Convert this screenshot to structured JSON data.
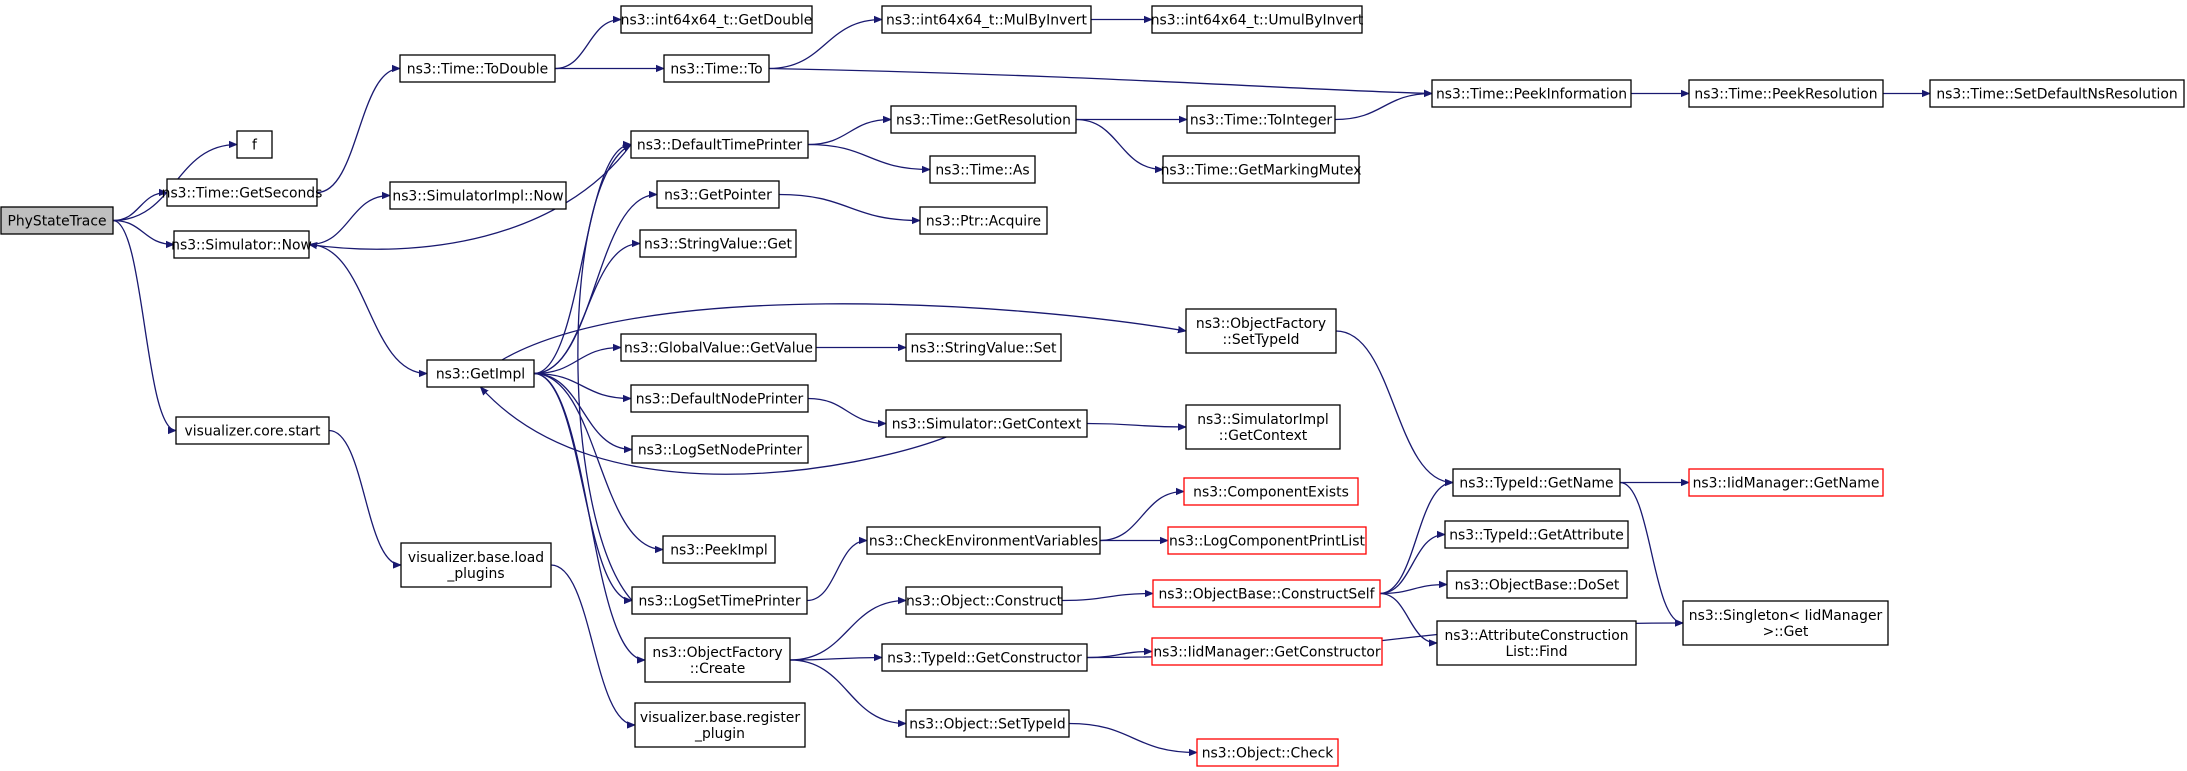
{
  "graph": {
    "edge_color": "#191970",
    "root_fill": "#bfbfbf",
    "highlight_border": "#ff0000",
    "nodes": [
      {
        "id": "n_phystate",
        "lines": [
          "PhyStateTrace"
        ],
        "root": true,
        "red": false
      },
      {
        "id": "n_f",
        "lines": [
          "f"
        ],
        "red": false
      },
      {
        "id": "n_getseconds",
        "lines": [
          "ns3::Time::GetSeconds"
        ],
        "red": false
      },
      {
        "id": "n_simnow",
        "lines": [
          "ns3::Simulator::Now"
        ],
        "red": false
      },
      {
        "id": "n_vizstart",
        "lines": [
          "visualizer.core.start"
        ],
        "red": false
      },
      {
        "id": "n_todouble",
        "lines": [
          "ns3::Time::ToDouble"
        ],
        "red": false
      },
      {
        "id": "n_simimplnow",
        "lines": [
          "ns3::SimulatorImpl::Now"
        ],
        "red": false
      },
      {
        "id": "n_getimpl",
        "lines": [
          "ns3::GetImpl"
        ],
        "red": false
      },
      {
        "id": "n_loadplugins",
        "lines": [
          "visualizer.base.load",
          "_plugins"
        ],
        "red": false
      },
      {
        "id": "n_registerplugin",
        "lines": [
          "visualizer.base.register",
          "_plugin"
        ],
        "red": false
      },
      {
        "id": "n_getdouble",
        "lines": [
          "ns3::int64x64_t::GetDouble"
        ],
        "red": false
      },
      {
        "id": "n_timeto",
        "lines": [
          "ns3::Time::To"
        ],
        "red": false
      },
      {
        "id": "n_deftimeprinter",
        "lines": [
          "ns3::DefaultTimePrinter"
        ],
        "red": false
      },
      {
        "id": "n_getpointer",
        "lines": [
          "ns3::GetPointer"
        ],
        "red": false
      },
      {
        "id": "n_stringget",
        "lines": [
          "ns3::StringValue::Get"
        ],
        "red": false
      },
      {
        "id": "n_gvgetvalue",
        "lines": [
          "ns3::GlobalValue::GetValue"
        ],
        "red": false
      },
      {
        "id": "n_defnodeprinter",
        "lines": [
          "ns3::DefaultNodePrinter"
        ],
        "red": false
      },
      {
        "id": "n_logsetnodeprinter",
        "lines": [
          "ns3::LogSetNodePrinter"
        ],
        "red": false
      },
      {
        "id": "n_peekimpl",
        "lines": [
          "ns3::PeekImpl"
        ],
        "red": false
      },
      {
        "id": "n_logsettimeprinter",
        "lines": [
          "ns3::LogSetTimePrinter"
        ],
        "red": false
      },
      {
        "id": "n_ofcreate",
        "lines": [
          "ns3::ObjectFactory",
          "::Create"
        ],
        "red": false
      },
      {
        "id": "n_mulbyinvert",
        "lines": [
          "ns3::int64x64_t::MulByInvert"
        ],
        "red": false
      },
      {
        "id": "n_umulbyinvert",
        "lines": [
          "ns3::int64x64_t::UmulByInvert"
        ],
        "red": false
      },
      {
        "id": "n_getresolution",
        "lines": [
          "ns3::Time::GetResolution"
        ],
        "red": false
      },
      {
        "id": "n_timeas",
        "lines": [
          "ns3::Time::As"
        ],
        "red": false
      },
      {
        "id": "n_ptracquire",
        "lines": [
          "ns3::Ptr::Acquire"
        ],
        "red": false
      },
      {
        "id": "n_stringset",
        "lines": [
          "ns3::StringValue::Set"
        ],
        "red": false
      },
      {
        "id": "n_simgetcontext",
        "lines": [
          "ns3::Simulator::GetContext"
        ],
        "red": false
      },
      {
        "id": "n_checkenv",
        "lines": [
          "ns3::CheckEnvironmentVariables"
        ],
        "red": false
      },
      {
        "id": "n_objconstruct",
        "lines": [
          "ns3::Object::Construct"
        ],
        "red": false
      },
      {
        "id": "n_tidgetconstructor",
        "lines": [
          "ns3::TypeId::GetConstructor"
        ],
        "red": false
      },
      {
        "id": "n_objsettypeid",
        "lines": [
          "ns3::Object::SetTypeId"
        ],
        "red": false
      },
      {
        "id": "n_toint",
        "lines": [
          "ns3::Time::ToInteger"
        ],
        "red": false
      },
      {
        "id": "n_getmarkingmutex",
        "lines": [
          "ns3::Time::GetMarkingMutex"
        ],
        "red": false
      },
      {
        "id": "n_ofsettypeid",
        "lines": [
          "ns3::ObjectFactory",
          "::SetTypeId"
        ],
        "red": false
      },
      {
        "id": "n_simimplgetcontext",
        "lines": [
          "ns3::SimulatorImpl",
          "::GetContext"
        ],
        "red": false
      },
      {
        "id": "n_compexists",
        "lines": [
          "ns3::ComponentExists"
        ],
        "red": true
      },
      {
        "id": "n_logcompprint",
        "lines": [
          "ns3::LogComponentPrintList"
        ],
        "red": true
      },
      {
        "id": "n_constructself",
        "lines": [
          "ns3::ObjectBase::ConstructSelf"
        ],
        "red": true
      },
      {
        "id": "n_iidgetconstructor",
        "lines": [
          "ns3::IidManager::GetConstructor"
        ],
        "red": true
      },
      {
        "id": "n_objcheck",
        "lines": [
          "ns3::Object::Check"
        ],
        "red": true
      },
      {
        "id": "n_peekinfo",
        "lines": [
          "ns3::Time::PeekInformation"
        ],
        "red": false
      },
      {
        "id": "n_tidgetname",
        "lines": [
          "ns3::TypeId::GetName"
        ],
        "red": false
      },
      {
        "id": "n_tidgetattr",
        "lines": [
          "ns3::TypeId::GetAttribute"
        ],
        "red": false
      },
      {
        "id": "n_dosetnode",
        "lines": [
          "ns3::ObjectBase::DoSet"
        ],
        "red": false
      },
      {
        "id": "n_attrfind",
        "lines": [
          "ns3::AttributeConstruction",
          "List::Find"
        ],
        "red": false
      },
      {
        "id": "n_peekres",
        "lines": [
          "ns3::Time::PeekResolution"
        ],
        "red": false
      },
      {
        "id": "n_iidgetname",
        "lines": [
          "ns3::IidManager::GetName"
        ],
        "red": true
      },
      {
        "id": "n_singleton",
        "lines": [
          "ns3::Singleton< IidManager",
          ">::Get"
        ],
        "red": false
      },
      {
        "id": "n_setdefaultns",
        "lines": [
          "ns3::Time::SetDefaultNsResolution"
        ],
        "red": false
      }
    ],
    "edges": [
      [
        "n_phystate",
        "n_f"
      ],
      [
        "n_phystate",
        "n_getseconds"
      ],
      [
        "n_phystate",
        "n_simnow"
      ],
      [
        "n_phystate",
        "n_vizstart"
      ],
      [
        "n_getseconds",
        "n_todouble"
      ],
      [
        "n_simnow",
        "n_simimplnow"
      ],
      [
        "n_simnow",
        "n_getimpl"
      ],
      [
        "n_vizstart",
        "n_loadplugins"
      ],
      [
        "n_loadplugins",
        "n_registerplugin"
      ],
      [
        "n_todouble",
        "n_getdouble"
      ],
      [
        "n_todouble",
        "n_timeto"
      ],
      [
        "n_timeto",
        "n_mulbyinvert"
      ],
      [
        "n_timeto",
        "n_peekinfo"
      ],
      [
        "n_mulbyinvert",
        "n_umulbyinvert"
      ],
      [
        "n_getimpl",
        "n_deftimeprinter"
      ],
      [
        "n_getimpl",
        "n_getpointer"
      ],
      [
        "n_getimpl",
        "n_stringget"
      ],
      [
        "n_getimpl",
        "n_ofsettypeid"
      ],
      [
        "n_getimpl",
        "n_gvgetvalue"
      ],
      [
        "n_getimpl",
        "n_defnodeprinter"
      ],
      [
        "n_getimpl",
        "n_logsetnodeprinter"
      ],
      [
        "n_getimpl",
        "n_peekimpl"
      ],
      [
        "n_getimpl",
        "n_logsettimeprinter"
      ],
      [
        "n_getimpl",
        "n_ofcreate"
      ],
      [
        "n_deftimeprinter",
        "n_simnow"
      ],
      [
        "n_deftimeprinter",
        "n_getresolution"
      ],
      [
        "n_deftimeprinter",
        "n_timeas"
      ],
      [
        "n_getpointer",
        "n_ptracquire"
      ],
      [
        "n_gvgetvalue",
        "n_stringset"
      ],
      [
        "n_defnodeprinter",
        "n_simgetcontext"
      ],
      [
        "n_simgetcontext",
        "n_simimplgetcontext"
      ],
      [
        "n_simgetcontext",
        "n_getimpl"
      ],
      [
        "n_logsettimeprinter",
        "n_checkenv"
      ],
      [
        "n_logsettimeprinter",
        "n_deftimeprinter"
      ],
      [
        "n_checkenv",
        "n_compexists"
      ],
      [
        "n_checkenv",
        "n_logcompprint"
      ],
      [
        "n_ofcreate",
        "n_objconstruct"
      ],
      [
        "n_ofcreate",
        "n_tidgetconstructor"
      ],
      [
        "n_ofcreate",
        "n_objsettypeid"
      ],
      [
        "n_objconstruct",
        "n_constructself"
      ],
      [
        "n_constructself",
        "n_tidgetname"
      ],
      [
        "n_constructself",
        "n_tidgetattr"
      ],
      [
        "n_constructself",
        "n_dosetnode"
      ],
      [
        "n_constructself",
        "n_attrfind"
      ],
      [
        "n_tidgetconstructor",
        "n_iidgetconstructor"
      ],
      [
        "n_tidgetconstructor",
        "n_singleton"
      ],
      [
        "n_objsettypeid",
        "n_objcheck"
      ],
      [
        "n_getresolution",
        "n_toint"
      ],
      [
        "n_getresolution",
        "n_getmarkingmutex"
      ],
      [
        "n_toint",
        "n_peekinfo"
      ],
      [
        "n_peekinfo",
        "n_peekres"
      ],
      [
        "n_peekres",
        "n_setdefaultns"
      ],
      [
        "n_ofsettypeid",
        "n_tidgetname"
      ],
      [
        "n_tidgetname",
        "n_iidgetname"
      ],
      [
        "n_tidgetname",
        "n_singleton"
      ]
    ]
  }
}
